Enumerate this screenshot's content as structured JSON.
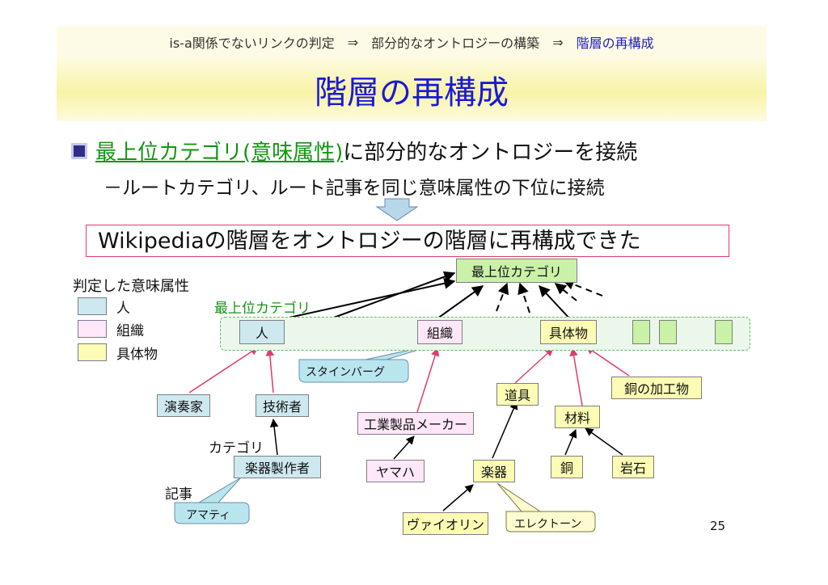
{
  "breadcrumb": {
    "step1": "is-a関係でないリンクの判定",
    "arrow1": "⇒",
    "step2": "部分的なオントロジーの構築",
    "arrow2": "⇒",
    "step3": "階層の再構成"
  },
  "title": "階層の再構成",
  "bullet": {
    "highlight": "最上位カテゴリ(意味属性)",
    "rest": "に部分的なオントロジーを接続",
    "sub": "－ルートカテゴリ、ルート記事を同じ意味属性の下位に接続"
  },
  "result": "Wikipediaの階層をオントロジーの階層に再構成できた",
  "legend": {
    "title": "判定した意味属性",
    "items": [
      {
        "label": "人",
        "color": "#cde9ef"
      },
      {
        "label": "組織",
        "color": "#fde7f8"
      },
      {
        "label": "具体物",
        "color": "#fcfcb4"
      }
    ]
  },
  "diagram": {
    "top_category": "最上位カテゴリ",
    "top_category_label": "最上位カテゴリ",
    "person": "人",
    "organization": "組織",
    "concrete": "具体物",
    "performer": "演奏家",
    "engineer": "技術者",
    "instrument_maker": "楽器製作者",
    "amati": "アマティ",
    "steinberg": "スタインバーグ",
    "industrial_maker": "工業製品メーカー",
    "yamaha": "ヤマハ",
    "tool": "道具",
    "material": "材料",
    "copper_product": "銅の加工物",
    "instrument": "楽器",
    "copper": "銅",
    "rock": "岩石",
    "violin": "ヴァイオリン",
    "electone": "エレクトーン",
    "category_label": "カテゴリ",
    "article_label": "記事"
  },
  "page_number": "25",
  "colors": {
    "title_blue": "#1a1ad6",
    "highlight_green": "#149414",
    "arrow_pink": "#e03c6a"
  }
}
